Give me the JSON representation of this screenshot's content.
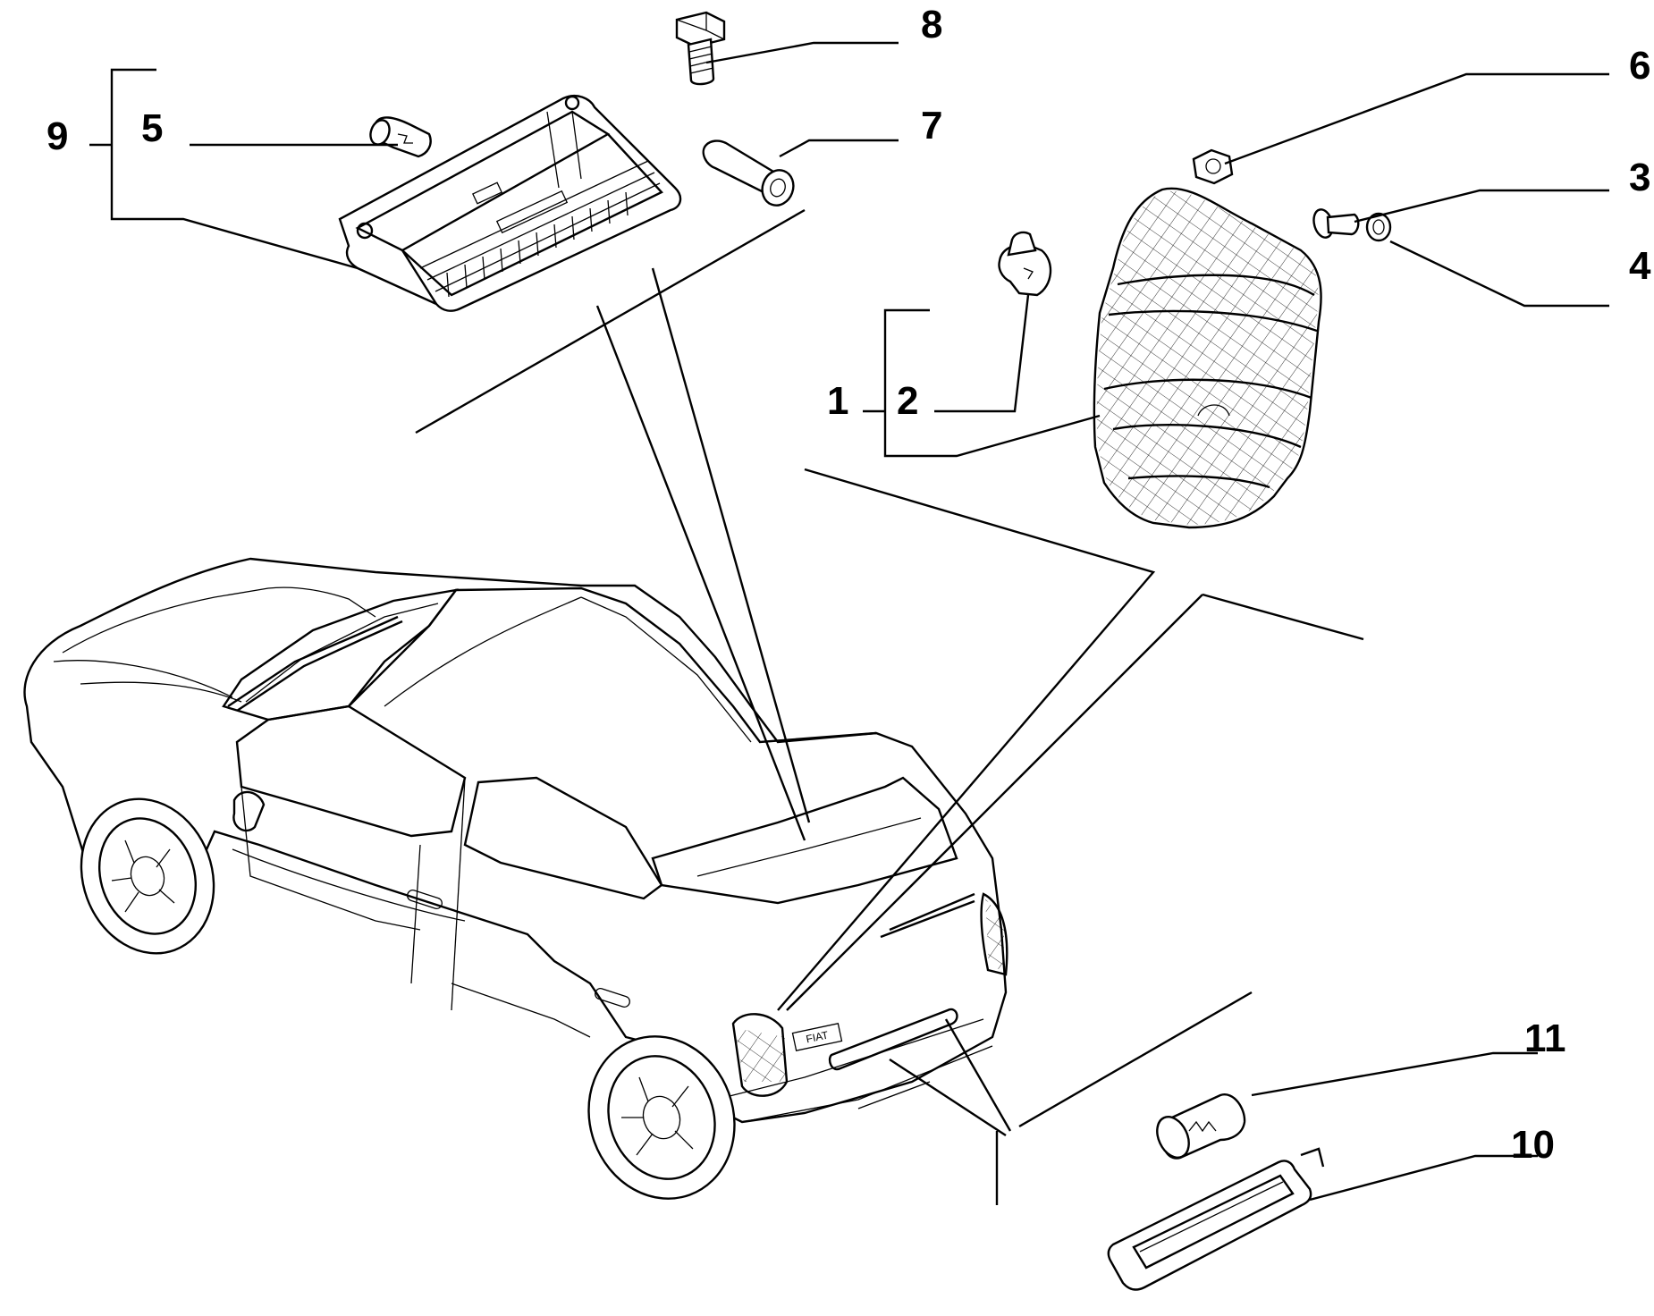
{
  "callouts": {
    "n1": "1",
    "n2": "2",
    "n3": "3",
    "n4": "4",
    "n5": "5",
    "n6": "6",
    "n7": "7",
    "n8": "8",
    "n9": "9",
    "n10": "10",
    "n11": "11"
  },
  "badge_text": "FIAT"
}
